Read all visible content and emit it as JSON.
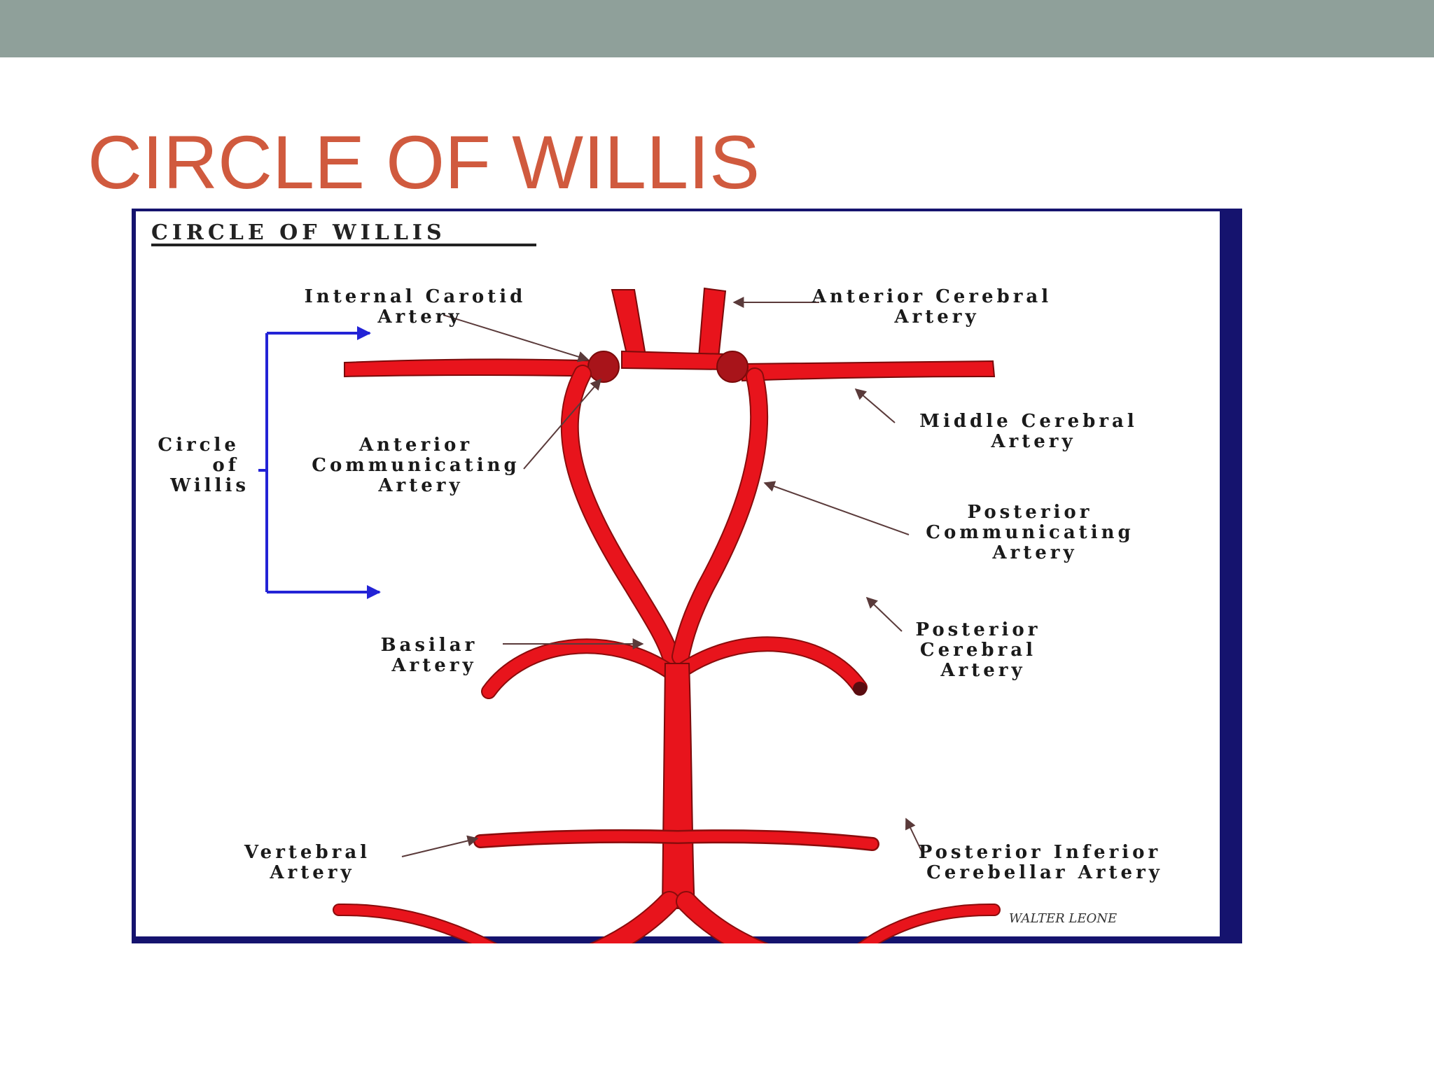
{
  "slide": {
    "title": "CIRCLE OF WILLIS"
  },
  "diagram": {
    "heading": "CIRCLE OF WILLIS",
    "signature": "WALTER LEONE",
    "labels": {
      "internal_carotid": [
        "Internal Carotid",
        "Artery"
      ],
      "anterior_cerebral": [
        "Anterior Cerebral",
        "Artery"
      ],
      "middle_cerebral": [
        "Middle Cerebral",
        "Artery"
      ],
      "circle_of_willis": [
        "Circle",
        "of",
        "Willis"
      ],
      "anterior_communicating": [
        "Anterior",
        "Communicating",
        "Artery"
      ],
      "posterior_communicating": [
        "Posterior",
        "Communicating",
        "Artery"
      ],
      "posterior_cerebral": [
        "Posterior",
        "Cerebral",
        "Artery"
      ],
      "basilar": [
        "Basilar",
        "Artery"
      ],
      "vertebral": [
        "Vertebral",
        "Artery"
      ],
      "posterior_inferior_cerebellar": [
        "Posterior Inferior",
        "Cerebellar Artery"
      ]
    }
  },
  "colors": {
    "top_bar": "#8fa09a",
    "title": "#d05a3e",
    "frame": "#15136e",
    "artery": "#e8141c",
    "bracket": "#2323d6"
  }
}
